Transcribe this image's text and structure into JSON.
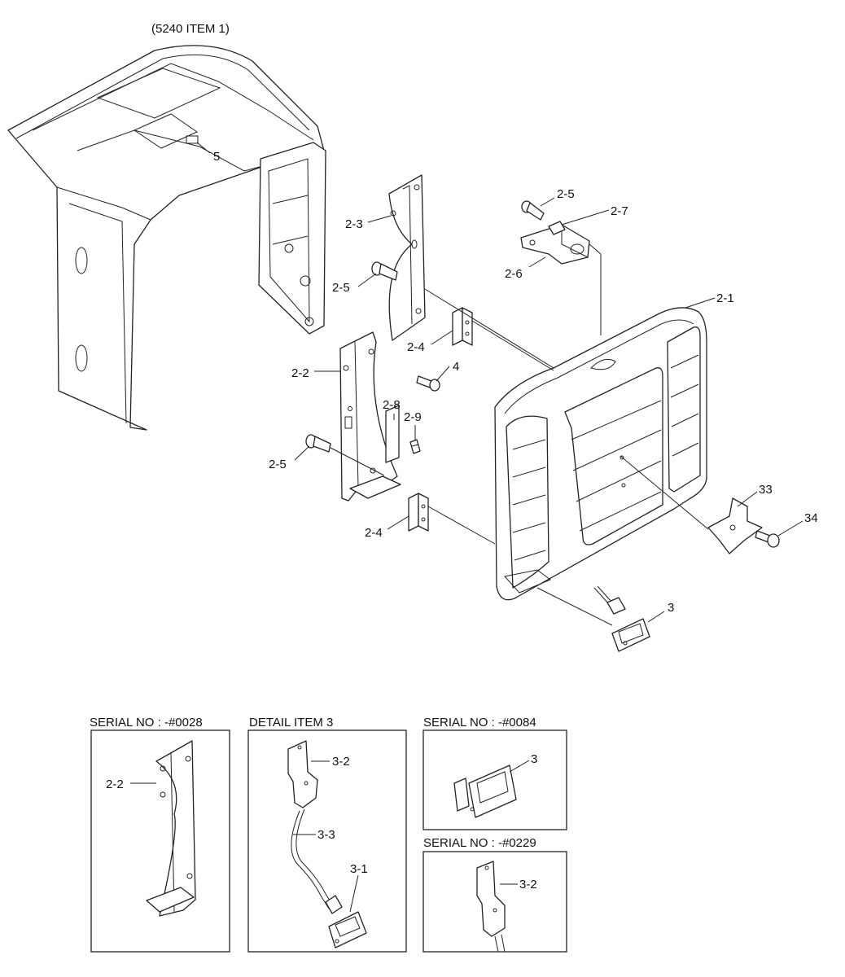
{
  "reference": "(5240 ITEM 1)",
  "callouts": {
    "c5": "5",
    "c2_3": "2-3",
    "c2_5_top": "2-5",
    "c2_7": "2-7",
    "c2_6": "2-6",
    "c2_5_mid": "2-5",
    "c2_1": "2-1",
    "c2_4_top": "2-4",
    "c4": "4",
    "c2_2": "2-2",
    "c2_8": "2-8",
    "c2_9": "2-9",
    "c2_5_low": "2-5",
    "c33": "33",
    "c34": "34",
    "c2_4_low": "2-4",
    "c3": "3"
  },
  "insets": {
    "serial_0028": {
      "header": "SERIAL NO : -#0028",
      "label": "2-2"
    },
    "detail_item3": {
      "header": "DETAIL ITEM 3",
      "label_a": "3-2",
      "label_b": "3-3",
      "label_c": "3-1"
    },
    "serial_0084": {
      "header": "SERIAL NO : -#0084",
      "label": "3"
    },
    "serial_0229": {
      "header": "SERIAL NO : -#0229",
      "label": "3-2"
    }
  }
}
